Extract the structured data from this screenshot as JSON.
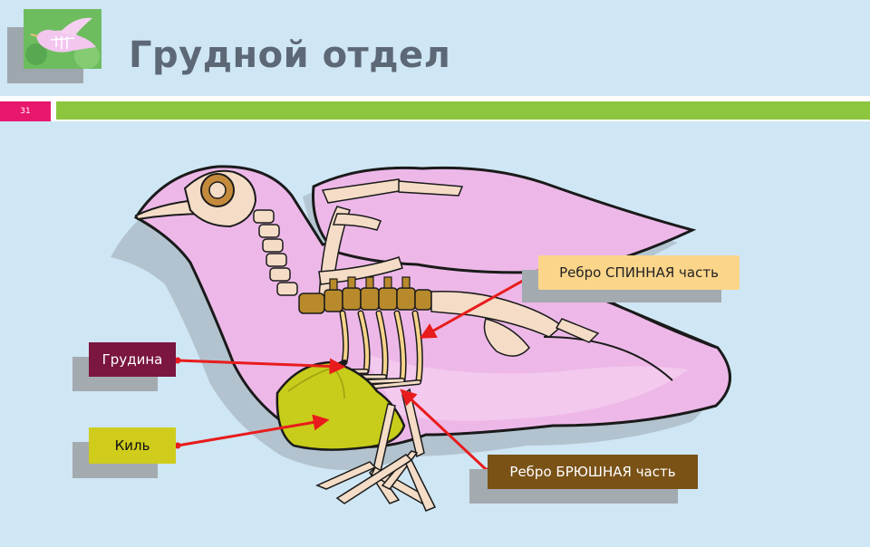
{
  "slide": {
    "title": "Грудной отдел",
    "number": "31",
    "accent_color": "#e8176d",
    "bar_color": "#8cc63e"
  },
  "thumbnail": {
    "icon": "bird-skeleton-icon"
  },
  "diagram": {
    "labels": {
      "dorsal_rib": "Ребро СПИННАЯ часть",
      "sternum": "Грудина",
      "keel": "Киль",
      "ventral_rib": "Ребро БРЮШНАЯ часть"
    },
    "colors": {
      "body": "#edb8e8",
      "bone": "#f4dcc6",
      "vertebrae": "#b88a2c",
      "keel": "#c8cc1a",
      "arrow": "#e81c1c"
    }
  }
}
